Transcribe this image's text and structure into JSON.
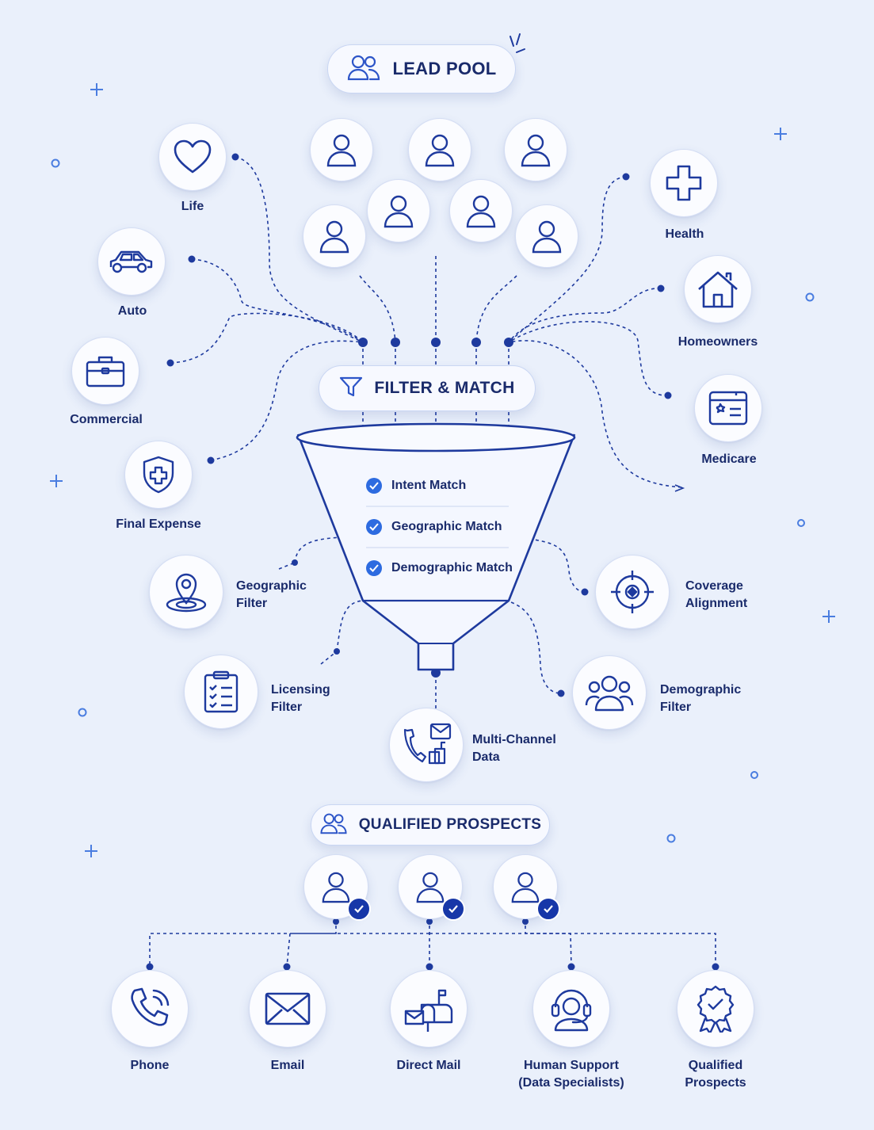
{
  "lead_pool": {
    "title": "LEAD POOL"
  },
  "filter_match": {
    "title": "FILTER & MATCH"
  },
  "funnel_criteria": [
    "Intent Match",
    "Geographic Match",
    "Demographic Match"
  ],
  "insurance_types": {
    "life": "Life",
    "auto": "Auto",
    "commercial": "Commercial",
    "final_expense": "Final Expense",
    "health": "Health",
    "homeowners": "Homeowners",
    "medicare": "Medicare"
  },
  "filters": {
    "geographic": [
      "Geographic",
      "Filter"
    ],
    "licensing": [
      "Licensing",
      "Filter"
    ],
    "coverage": [
      "Coverage",
      "Alignment"
    ],
    "demographic": [
      "Demographic",
      "Filter"
    ],
    "multichannel": [
      "Multi-Channel",
      "Data"
    ]
  },
  "qualified": {
    "title": "QUALIFIED PROSPECTS"
  },
  "channels": {
    "phone": "Phone",
    "email": "Email",
    "direct_mail": "Direct Mail",
    "human_support": [
      "Human Support",
      "(Data Specialists)"
    ],
    "qualified_prospects": [
      "Qualified",
      "Prospects"
    ]
  },
  "icons": [
    "users-icon",
    "person-icon",
    "heart-icon",
    "car-icon",
    "briefcase-icon",
    "shield-plus-icon",
    "medical-cross-icon",
    "house-icon",
    "medicare-card-icon",
    "funnel-icon",
    "check-icon",
    "map-pin-icon",
    "clipboard-list-icon",
    "target-icon",
    "group-icon",
    "phone-mail-icon",
    "phone-icon",
    "envelope-icon",
    "mailbox-icon",
    "headset-icon",
    "award-badge-icon"
  ],
  "colors": {
    "primary": "#1737a8",
    "accent": "#2d6be0",
    "background": "#eaf0fb"
  }
}
